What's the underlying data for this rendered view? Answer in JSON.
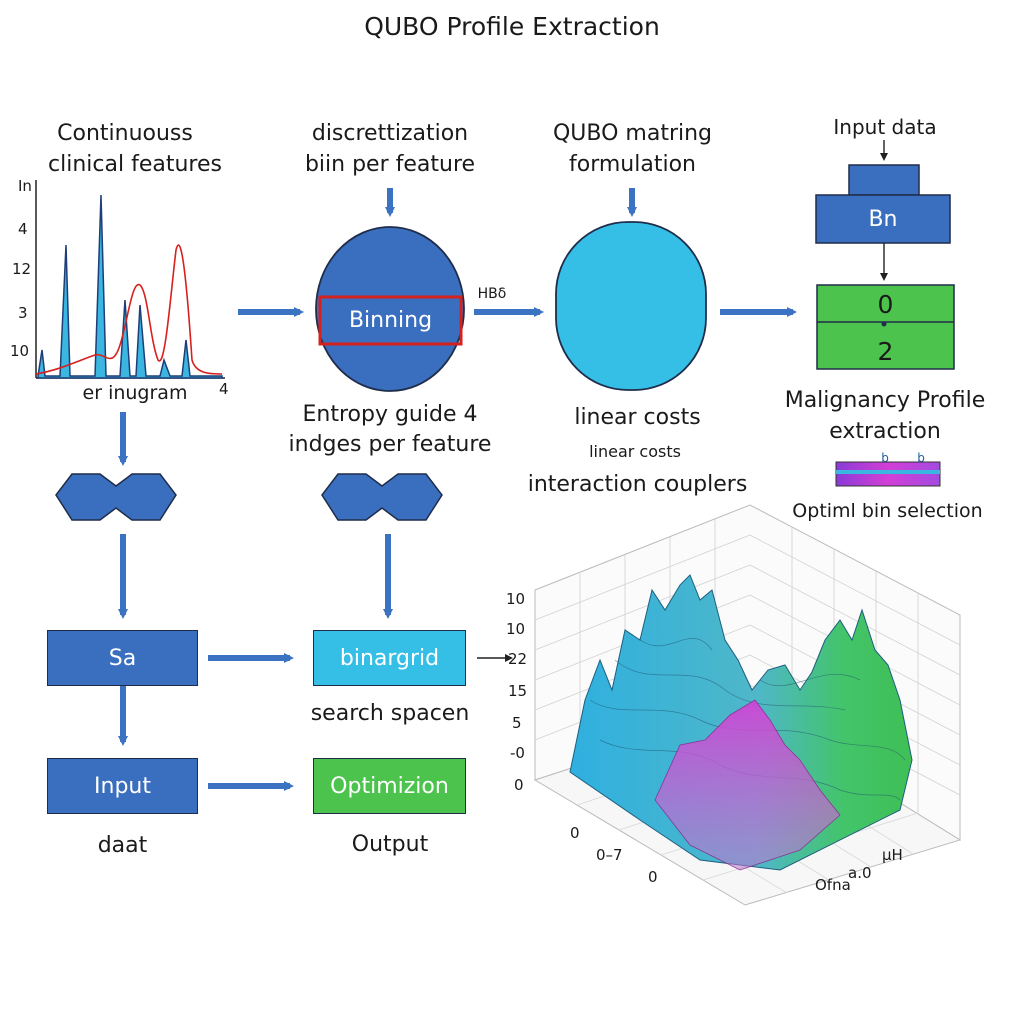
{
  "title": "QUBO Profile Extraction",
  "colors": {
    "blue": "#3a6fbf",
    "cyan": "#35bfe6",
    "green": "#4cc34c",
    "red": "#d6221e",
    "magenta": "#d23fd6",
    "arrow": "#3b73c2"
  },
  "col1": {
    "heading_line1": "Continuouss",
    "heading_line2": "clinical features",
    "plot_ticks": [
      "In",
      "4",
      "12",
      "3",
      "10"
    ],
    "plot_x_tick": "4",
    "plot_caption": "er inugram",
    "box_sa": "Sa",
    "box_input": "Input",
    "caption_bottom": "daat"
  },
  "col2": {
    "heading_line1": "discrettization",
    "heading_line2": "biin per feature",
    "binning_label": "Binning",
    "side_label": "HBδ",
    "caption_line1": "Entropy guide 4",
    "caption_line2": "indges per feature",
    "box_binargrid": "binargrid",
    "caption_search": "search spacen",
    "box_optimization": "Optimizion",
    "caption_output": "Output"
  },
  "col3": {
    "heading_line1": "QUBO matring",
    "heading_line2": "formulation",
    "label_linear": "linear costs",
    "label_linear_small": "linear costs",
    "label_interaction": "interaction couplers"
  },
  "col4": {
    "input_label": "Input data",
    "box_bn": "Bn",
    "green_top": "0",
    "green_bottom": "2",
    "profile_line1": "Malignancy Profile",
    "profile_line2": "extraction",
    "bar_ticks": [
      "b",
      "b"
    ],
    "optimal_label": "Optiml bin selection"
  },
  "surface": {
    "z_ticks": [
      "10",
      "10",
      "22",
      "15",
      "5",
      "-0",
      "0"
    ],
    "x_ticks": [
      "0",
      "0–7",
      "0"
    ],
    "y_ticks": [
      "Ofna",
      "a.0",
      "μH"
    ]
  }
}
